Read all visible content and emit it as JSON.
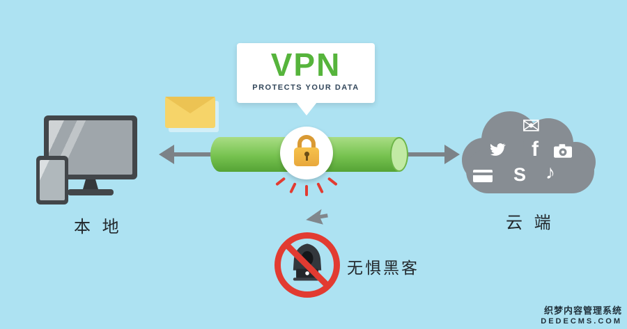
{
  "callout": {
    "title": "VPN",
    "subtitle": "PROTECTS YOUR DATA"
  },
  "labels": {
    "local": "本 地",
    "cloud": "云 端",
    "hacker": "无惧黑客"
  },
  "cloud_icons": {
    "email": "✉",
    "facebook": "f",
    "skype": "S",
    "music": "♪"
  },
  "watermark": {
    "line1": "织梦内容管理系统",
    "line2": "DEDECMS.COM"
  },
  "colors": {
    "background": "#ade2f2",
    "vpn_green": "#56b43c",
    "tube_green": "#76c24f",
    "alert_red": "#e23b31",
    "device_gray": "#42464a",
    "cloud_gray": "#878d93",
    "lock_gold": "#eeb54a",
    "folder_yellow": "#f6d469"
  }
}
